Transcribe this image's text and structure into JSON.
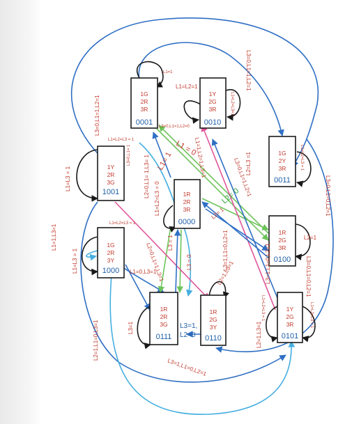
{
  "states": [
    {
      "id": "s0001",
      "lines": [
        "1G",
        "2R",
        "3R"
      ],
      "code": "0001"
    },
    {
      "id": "s0010",
      "lines": [
        "1Y",
        "2G",
        "3R"
      ],
      "code": "0010"
    },
    {
      "id": "s1001",
      "lines": [
        "1Y",
        "2R",
        "3G"
      ],
      "code": "1001"
    },
    {
      "id": "s0000",
      "lines": [
        "1R",
        "2R",
        "3R"
      ],
      "code": "0000"
    },
    {
      "id": "s0011",
      "lines": [
        "1G",
        "2Y",
        "3R"
      ],
      "code": "0011"
    },
    {
      "id": "s1000",
      "lines": [
        "1G",
        "2R",
        "3Y"
      ],
      "code": "1000"
    },
    {
      "id": "s0100",
      "lines": [
        "1R",
        "2G",
        "3R"
      ],
      "code": "0100"
    },
    {
      "id": "s0111",
      "lines": [
        "1R",
        "2R",
        "3G"
      ],
      "code": "0111"
    },
    {
      "id": "s0110",
      "lines": [
        "1R",
        "2G",
        "3Y"
      ],
      "code": "0110"
    },
    {
      "id": "s0101",
      "lines": [
        "1Y",
        "2G",
        "3R"
      ],
      "code": "0101"
    }
  ],
  "labels": [
    "L3=0,L1=1,L2=1",
    "L3=0,L1=1,L2=1",
    "L1=1",
    "L1=L2=1",
    "L1=L2=L3=1",
    "L3=0,L1=1,L2=0",
    "L1=L2=L3 = 1",
    "L3=0,L1= 1",
    "L1=L3 = 1",
    "L2=0,L1= 1,L3= 1",
    "L1= 1",
    "L1=L2=L3 = 0",
    "L1 = 0",
    "L1=1,L2=1,L3=1",
    "L2=L3 =1",
    "L1=L2=L3 = 1",
    "L3=0,L1=0,L2=1",
    "L3=0,L1=1,L2=1",
    "L2= 0",
    "L2= 1",
    "L2=1",
    "L1=L2=L3 = 1",
    "L1=1,L3=1",
    "L1=L3 = 1",
    "L2=0,L1=1,L3=1",
    "L3 = 1",
    "L3 = 0",
    "L1=0,L3=1",
    "L3=1,L1=0,L2=1",
    "L2=1,L3=1",
    "L1=L2=L3 = 1",
    "L3=0,L1=0,L2=1",
    "L3=1,L1=0,L2=1",
    "L3=1",
    "L3=1,",
    "L2=0",
    "L2=1,L3=1",
    "L1=L2=L3 = 1",
    "L2=1,L1=0,L3=1",
    "L3=1,L1=0,L2=1"
  ]
}
